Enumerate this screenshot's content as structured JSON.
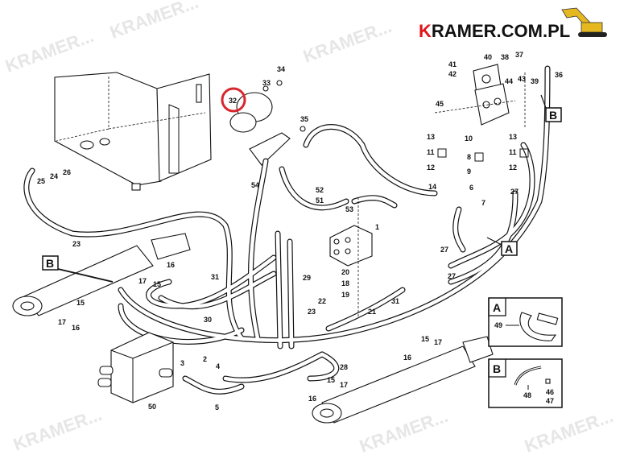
{
  "logo": {
    "first_letter": "K",
    "rest": "RAMER.COM.PL",
    "accent": "#e0141c"
  },
  "watermark": "KRAMER...",
  "highlight_color": "#d7262e",
  "callouts": [
    "32",
    "33",
    "34",
    "35",
    "41",
    "40",
    "42",
    "38",
    "37",
    "36",
    "44",
    "43",
    "39",
    "45",
    "13",
    "10",
    "13",
    "11",
    "8",
    "11",
    "12",
    "9",
    "12",
    "14",
    "6",
    "27",
    "7",
    "25",
    "24",
    "26",
    "23",
    "54",
    "52",
    "51",
    "53",
    "1",
    "27",
    "27",
    "29",
    "31",
    "30",
    "20",
    "18",
    "19",
    "21",
    "22",
    "23",
    "31",
    "16",
    "17",
    "15",
    "15",
    "17",
    "16",
    "3",
    "2",
    "4",
    "5",
    "50",
    "28",
    "15",
    "17",
    "16",
    "15",
    "17",
    "16"
  ],
  "section_boxes": {
    "b_left": "B",
    "b_right": "B",
    "a_mid": "A"
  },
  "insets": {
    "a": {
      "title": "A",
      "part": "49"
    },
    "b": {
      "title": "B",
      "parts": [
        "48",
        "46",
        "47"
      ]
    }
  }
}
